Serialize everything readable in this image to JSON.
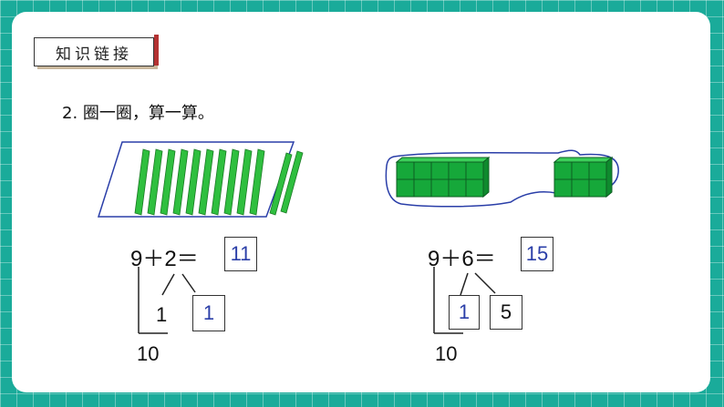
{
  "section_tag": "知识链接",
  "question": "2. 圈一圈，算一算。",
  "left_problem": {
    "equation": "9＋2＝",
    "answer": "11",
    "split_value": "1",
    "boxed_value": "1",
    "ten_label": "10",
    "stick_count": 11
  },
  "right_problem": {
    "equation": "9＋6＝",
    "answer": "15",
    "box_left": "1",
    "box_right": "5",
    "ten_label": "10",
    "cube_groups": [
      10,
      6
    ]
  },
  "colors": {
    "teal_background": "#1aab9a",
    "stick_green": "#2fbf3f",
    "cube_green": "#16a83a",
    "circle_blue": "#2a3ea8",
    "answer_blue": "#2b3fa8"
  }
}
